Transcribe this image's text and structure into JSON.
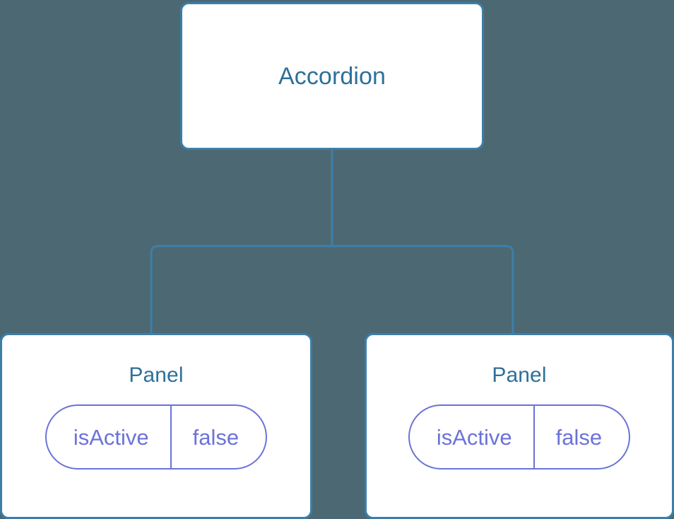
{
  "diagram": {
    "type": "component-tree",
    "background_color": "#4c6873",
    "node_border_color": "#3b7fa8",
    "node_fill_color": "#ffffff",
    "title_color": "#2e7099",
    "state_color": "#6b73d8",
    "connector_color": "#3b7fa8",
    "root": {
      "title": "Accordion"
    },
    "children": [
      {
        "title": "Panel",
        "state": {
          "key": "isActive",
          "value": "false"
        }
      },
      {
        "title": "Panel",
        "state": {
          "key": "isActive",
          "value": "false"
        }
      }
    ],
    "edges": [
      {
        "from": "Accordion",
        "to": "Panel",
        "index": 0
      },
      {
        "from": "Accordion",
        "to": "Panel",
        "index": 1
      }
    ]
  }
}
